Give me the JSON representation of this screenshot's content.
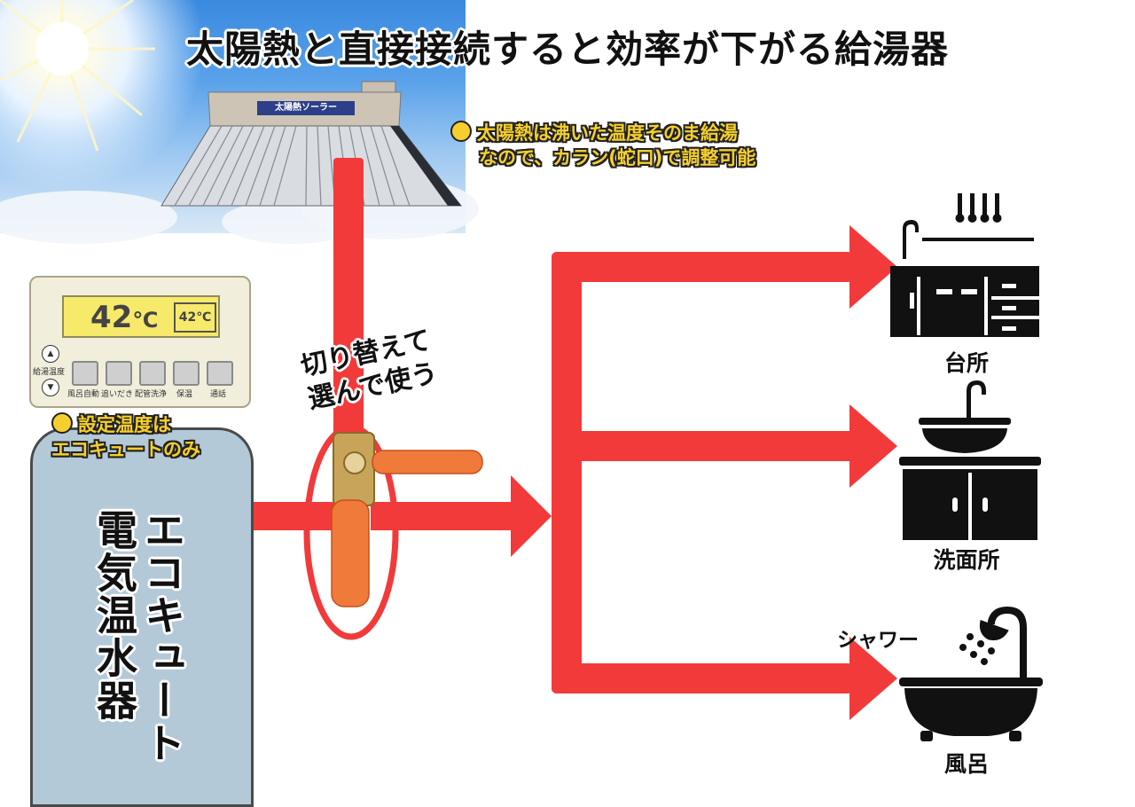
{
  "title": "太陽熱と直接接続すると効率が下がる給湯器",
  "solar_sign": "太陽熱ソーラー",
  "note_solar": {
    "line1": "太陽熱は沸いた温度そのま給湯",
    "line2": "なので、カラン(蛇口)で調整可能"
  },
  "controller": {
    "main_temp": "42",
    "main_unit": "℃",
    "sub_temp": "42℃",
    "side_label": "給湯温度",
    "buttons": [
      "風呂自動",
      "追いだき",
      "配管洗浄",
      "保温",
      "通話"
    ]
  },
  "note_setting": {
    "line1": "設定温度は",
    "line2": "エコキュートのみ"
  },
  "tank": {
    "label_col1": "エコキュート",
    "label_col2": "電気温水器"
  },
  "switch_label": {
    "line1": "切り替えて",
    "line2": "選んで使う"
  },
  "destinations": {
    "kitchen": "台所",
    "washroom": "洗面所",
    "bath": "風呂",
    "shower": "シャワー"
  },
  "colors": {
    "pipe": "#f23a3a",
    "controller_screen": "#f7e96a",
    "tank": "#b4c9d8",
    "note_text": "#f5cf2c",
    "valve_handle": "#f07a3a"
  }
}
